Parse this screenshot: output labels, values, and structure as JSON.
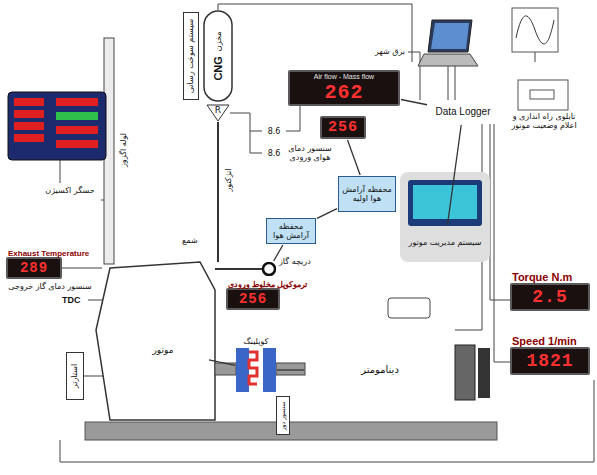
{
  "diagram": {
    "nodes": [
      {
        "text": [
          "سیستم سوخت رسانی"
        ]
      },
      {
        "text": [
          "CNG",
          "مخزن"
        ]
      },
      {
        "text": [
          "R"
        ]
      },
      {
        "text": [
          "8.6"
        ]
      },
      {
        "text": [
          "8.6"
        ]
      },
      {
        "text": [
          "Air flow - Mass flow",
          "262"
        ]
      },
      {
        "text": [
          "برق شهر"
        ]
      },
      {
        "text": [
          "Data Logger"
        ]
      },
      {
        "text": [
          "تابلوی راه اندازی و اعلام وضعیت موتور"
        ]
      },
      {
        "text": [
          "256"
        ]
      },
      {
        "text": [
          "محفظه آرامش هوا اولیه"
        ]
      },
      {
        "text": [
          "محفظه آرامش هوا"
        ]
      },
      {
        "text": [
          "دریچه گاز"
        ]
      },
      {
        "text": [
          "سیستم مدیریت موتور"
        ]
      },
      {
        "text": [
          "Exhaust Temperature",
          "289"
        ]
      },
      {
        "text": [
          "ترموکوپل مخلوط ورودی",
          "256"
        ]
      },
      {
        "text": [
          "موتور"
        ]
      },
      {
        "text": [
          "کوپلینگ"
        ]
      },
      {
        "text": [
          "دینامومتر"
        ]
      },
      {
        "text": [
          "Torque N.m",
          "2.5"
        ]
      },
      {
        "text": [
          "Speed 1/min",
          "1821"
        ]
      },
      {
        "text": [
          "استارتر"
        ]
      },
      {
        "text": [
          "سنسور دور"
        ]
      }
    ],
    "edges": [
      {
        "from": 1,
        "to": 2,
        "arrow": "none"
      },
      {
        "from": 5,
        "to": 7,
        "arrow": "none"
      },
      {
        "from": 7,
        "to": 8,
        "arrow": "none"
      },
      {
        "from": 9,
        "to": 10,
        "arrow": "none"
      },
      {
        "from": 10,
        "to": 11,
        "arrow": "none"
      },
      {
        "from": 11,
        "to": 12,
        "arrow": "none"
      },
      {
        "from": 13,
        "to": 7,
        "arrow": "none"
      },
      {
        "from": 16,
        "to": 17,
        "arrow": "none"
      },
      {
        "from": 17,
        "to": 18,
        "arrow": "none"
      }
    ],
    "labels": [
      "سنسور دمای هوای ورودی",
      "TDC",
      "لوله اگزوز",
      "سنسور دمای گاز خروجی",
      "حسگر اکسیژن",
      "شمع",
      "انژکتور"
    ]
  }
}
